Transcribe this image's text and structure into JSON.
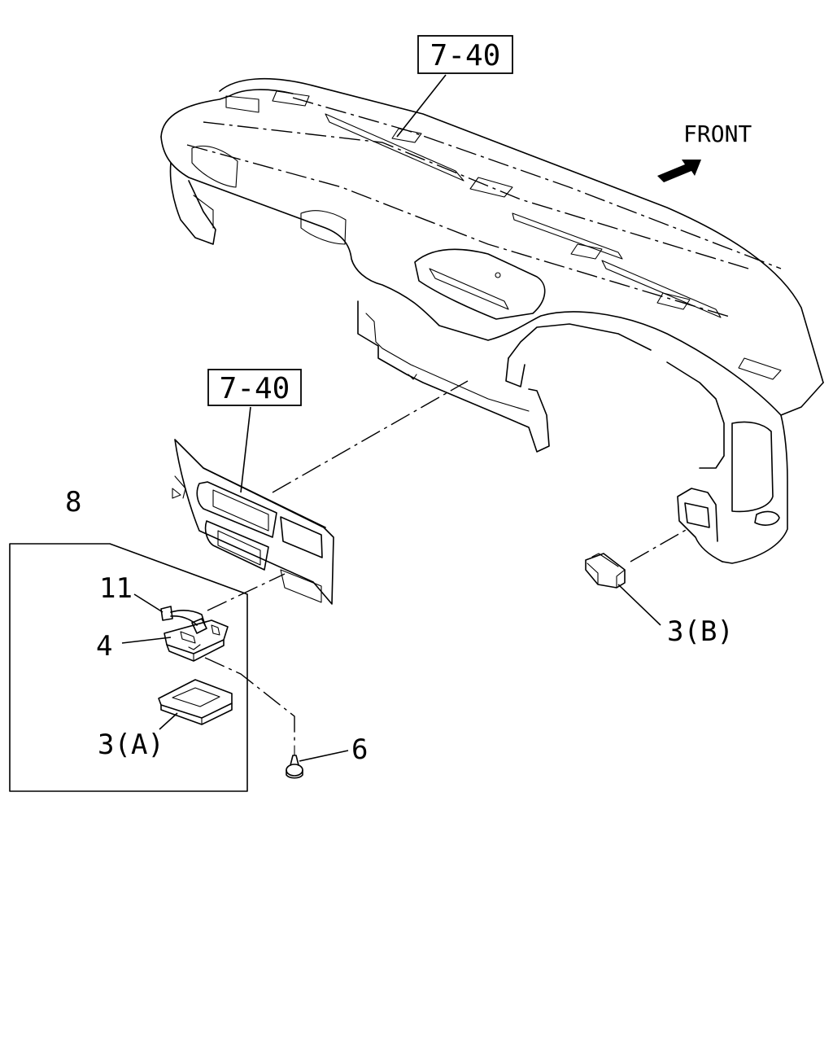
{
  "labels": {
    "ref_top": "7-40",
    "ref_mid": "7-40",
    "front": "FRONT",
    "part_8": "8",
    "part_11": "11",
    "part_4": "4",
    "part_3a": "3(A)",
    "part_3b": "3(B)",
    "part_6": "6"
  },
  "icons": {
    "front_arrow": "front-arrow-icon"
  },
  "colors": {
    "line": "#000000",
    "background": "#ffffff"
  }
}
